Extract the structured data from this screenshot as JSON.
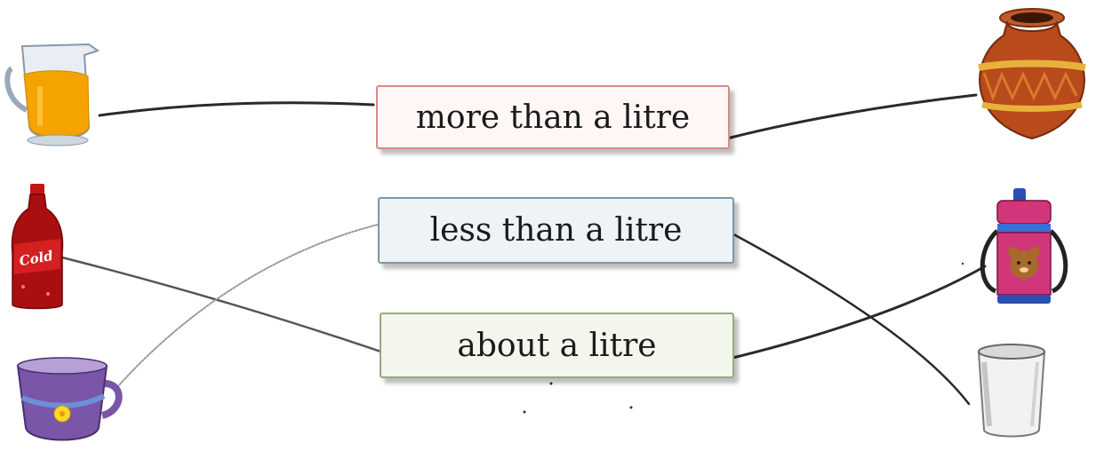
{
  "options": {
    "more": "more than a litre",
    "less": "less than a litre",
    "about": "about a litre"
  },
  "bottle_label": "Cold",
  "icons": {
    "left": [
      "jug-icon",
      "soda-bottle-icon",
      "tea-cup-icon"
    ],
    "right": [
      "clay-pot-icon",
      "water-bottle-icon",
      "glass-icon"
    ]
  },
  "colors": {
    "line": "#2a2a2a",
    "faint_line": "#9a9a9a",
    "juice": "#f5a300",
    "pot": "#b84a1c",
    "pot_band": "#e8b23a",
    "soda": "#c41414",
    "cup": "#7a56a8",
    "flask": "#d1367a",
    "flask_band": "#3a6fd8"
  }
}
